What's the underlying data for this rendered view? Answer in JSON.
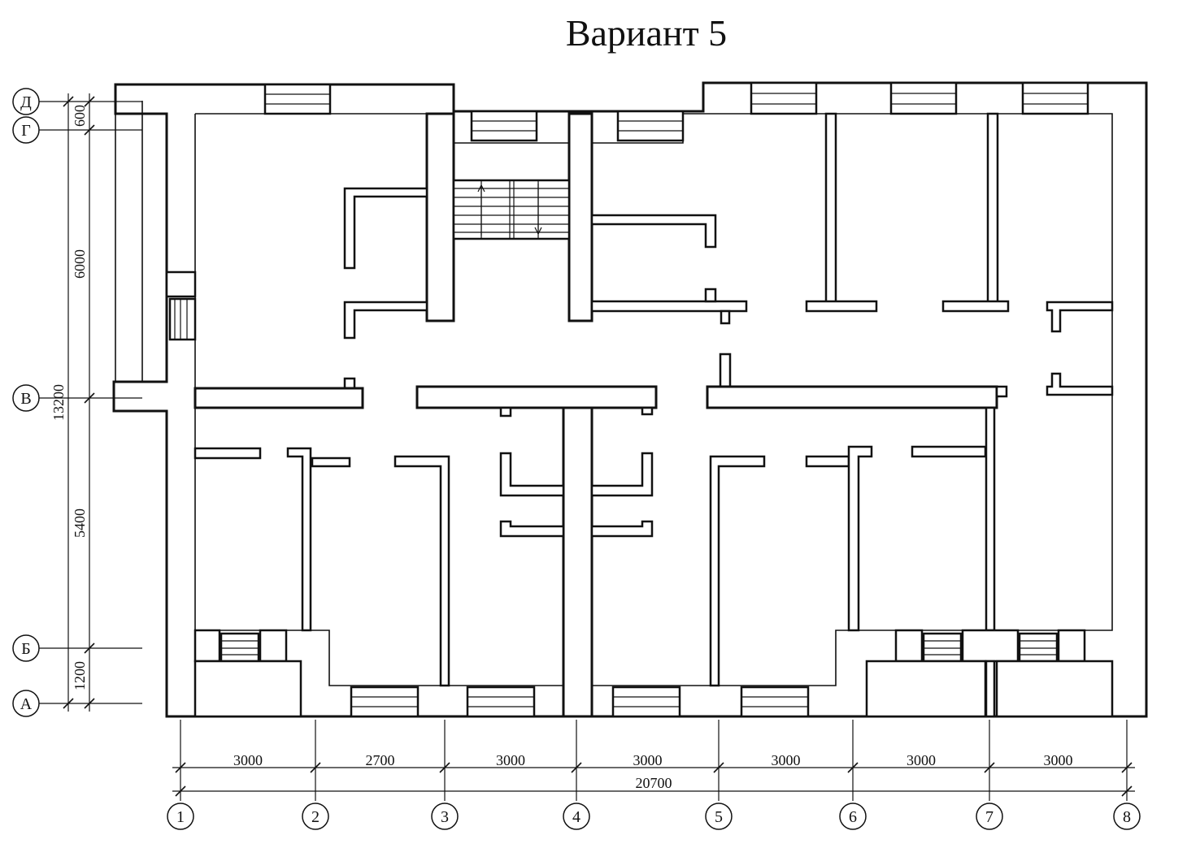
{
  "title": "Вариант 5",
  "axes_letters": [
    "Д",
    "Г",
    "В",
    "Б",
    "А"
  ],
  "axes_numbers": [
    "1",
    "2",
    "3",
    "4",
    "5",
    "6",
    "7",
    "8"
  ],
  "dims_horizontal": [
    "3000",
    "2700",
    "3000",
    "3000",
    "3000",
    "3000",
    "3000"
  ],
  "dim_total_horizontal": "20700",
  "dims_vertical": [
    "600",
    "6000",
    "5400",
    "1200"
  ],
  "dim_total_vertical": "13200"
}
